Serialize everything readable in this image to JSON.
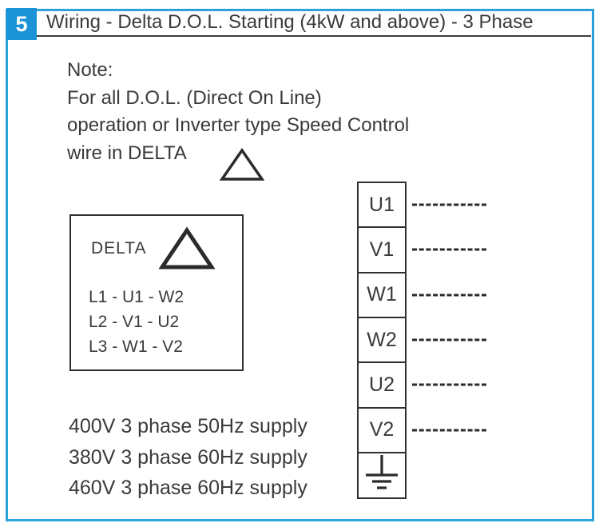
{
  "header": {
    "section_number": "5",
    "title": "Wiring - Delta D.O.L. Starting (4kW and above) - 3 Phase"
  },
  "note": {
    "line1": "Note:",
    "line2": "For all D.O.L. (Direct On Line)",
    "line3": "operation or Inverter type Speed Control",
    "line4": "wire in DELTA",
    "symbol": "delta-triangle"
  },
  "delta_box": {
    "label": "DELTA",
    "symbol": "delta-triangle",
    "connections": [
      "L1 - U1 - W2",
      "L2 - V1 - U2",
      "L3 - W1 - V2"
    ]
  },
  "supply_options": [
    "400V 3 phase 50Hz supply",
    "380V 3 phase 60Hz supply",
    "460V 3 phase 60Hz supply"
  ],
  "terminal_block": {
    "terminals": [
      "U1",
      "V1",
      "W1",
      "W2",
      "U2",
      "V2"
    ],
    "ground_symbol": "earth-ground-icon"
  },
  "colors": {
    "accent_blue": "#1b93d6",
    "page_border_blue": "#2aa2da",
    "text": "#3a3a3a",
    "line": "#2b2b2b"
  }
}
